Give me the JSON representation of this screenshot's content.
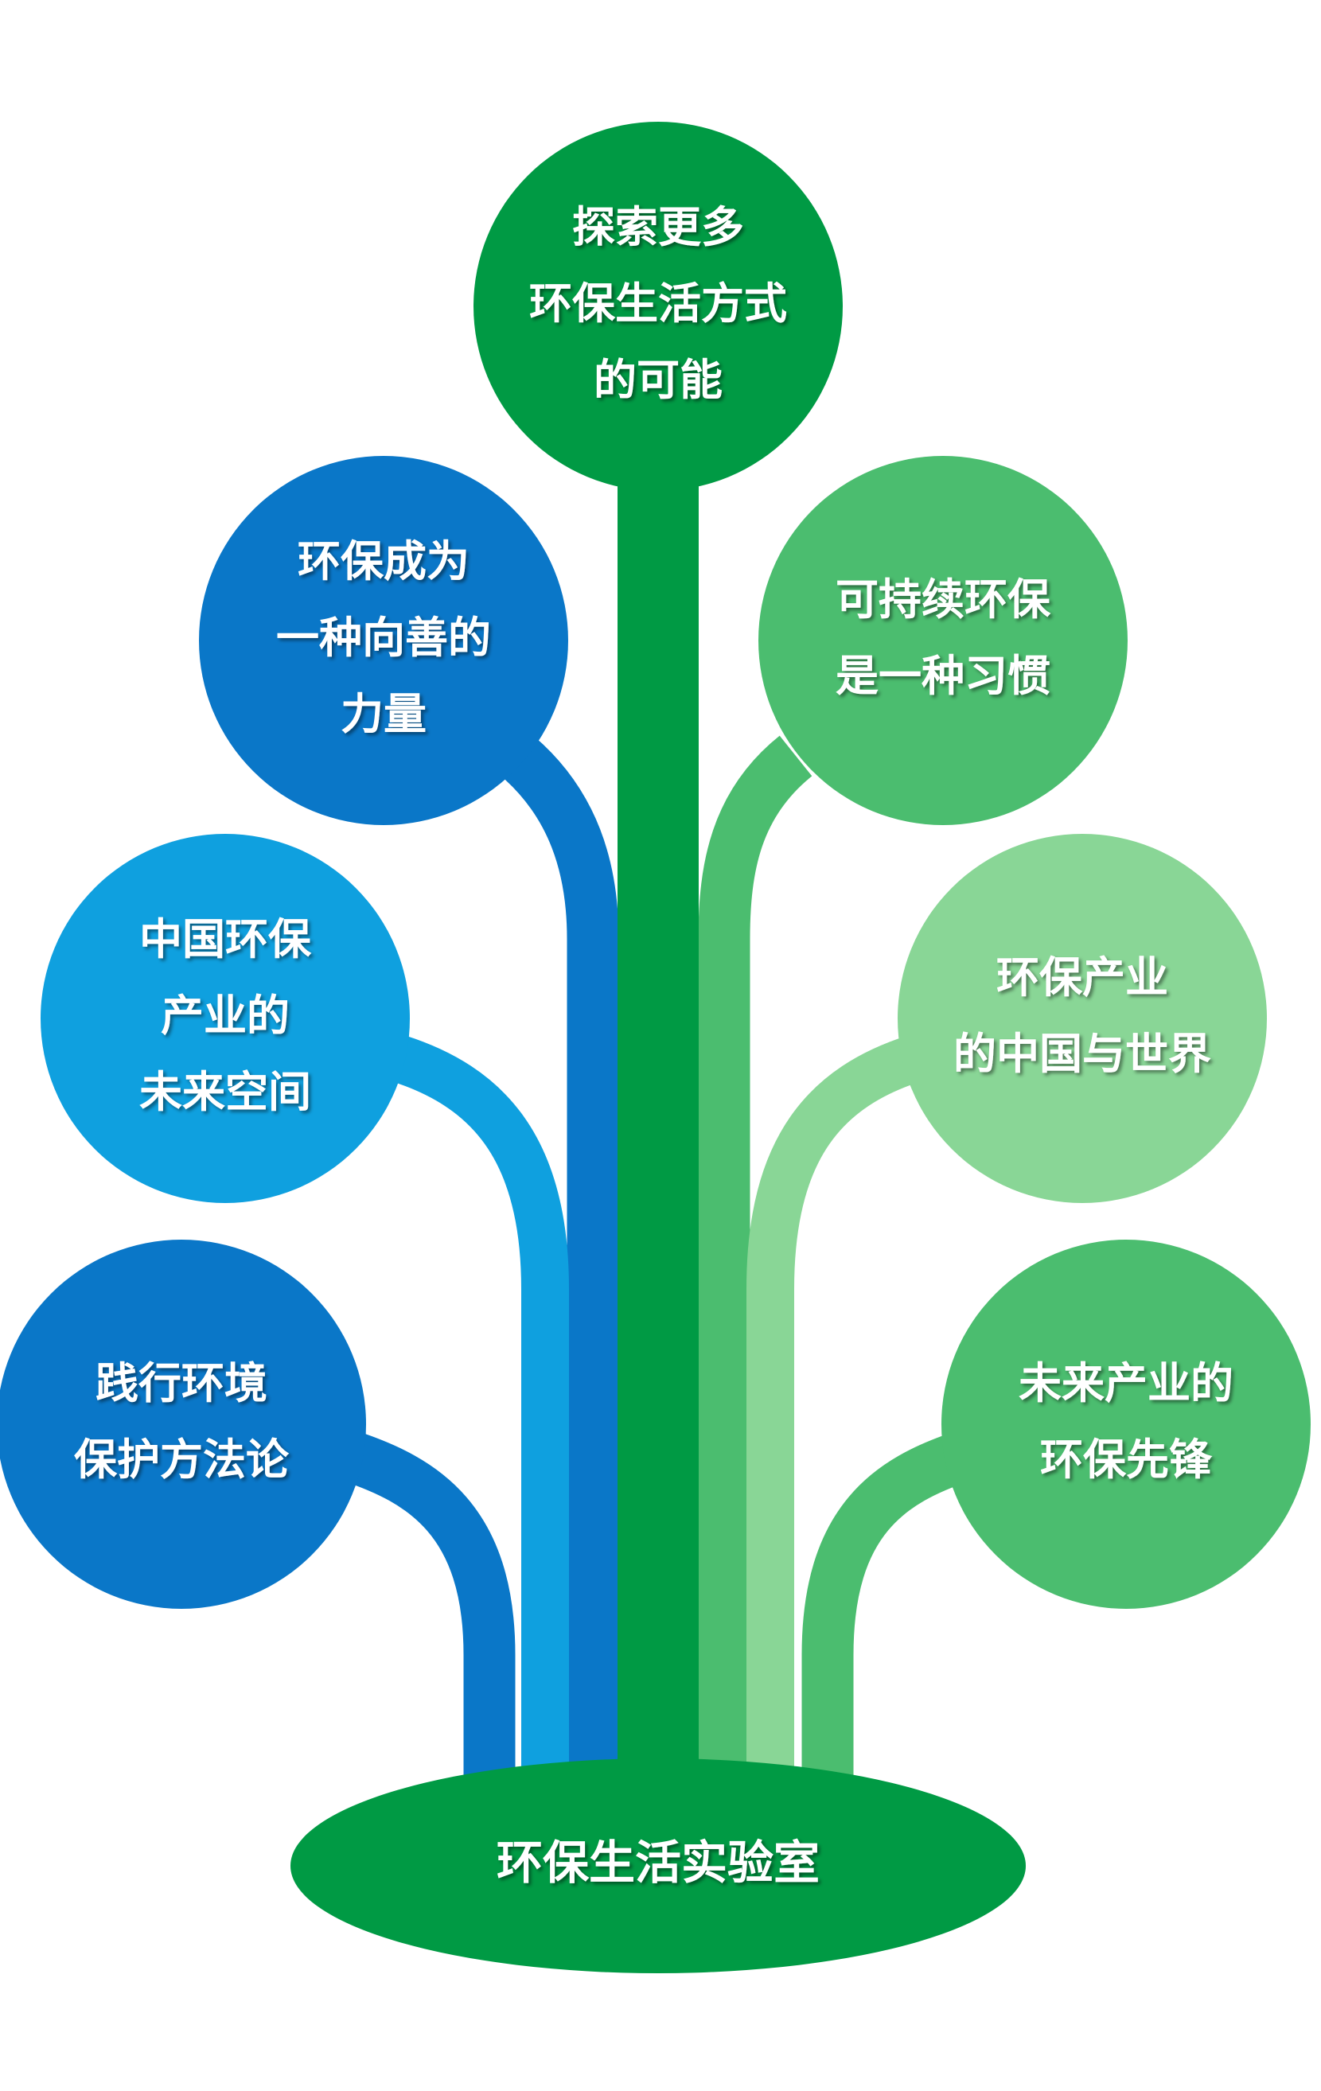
{
  "root": {
    "label": "环保生活实验室",
    "color": "#009a44"
  },
  "trunk": {
    "color": "#009a44",
    "node": {
      "lines": [
        "探索更多",
        "环保生活方式",
        "的可能"
      ],
      "color": "#009a44"
    }
  },
  "left_branches": [
    {
      "lines": [
        "环保成为",
        "一种向善的",
        "力量"
      ],
      "color": "#0a77c8"
    },
    {
      "lines": [
        "中国环保",
        "产业的",
        "未来空间"
      ],
      "color": "#0fa0df"
    },
    {
      "lines": [
        "践行环境",
        "保护方法论"
      ],
      "color": "#0a77c8"
    }
  ],
  "right_branches": [
    {
      "lines": [
        "可持续环保",
        "是一种习惯"
      ],
      "color": "#4bbd6f"
    },
    {
      "lines": [
        "环保产业",
        "的中国与世界"
      ],
      "color": "#89d696"
    },
    {
      "lines": [
        "未来产业的",
        "环保先锋"
      ],
      "color": "#4bbd6f"
    }
  ]
}
